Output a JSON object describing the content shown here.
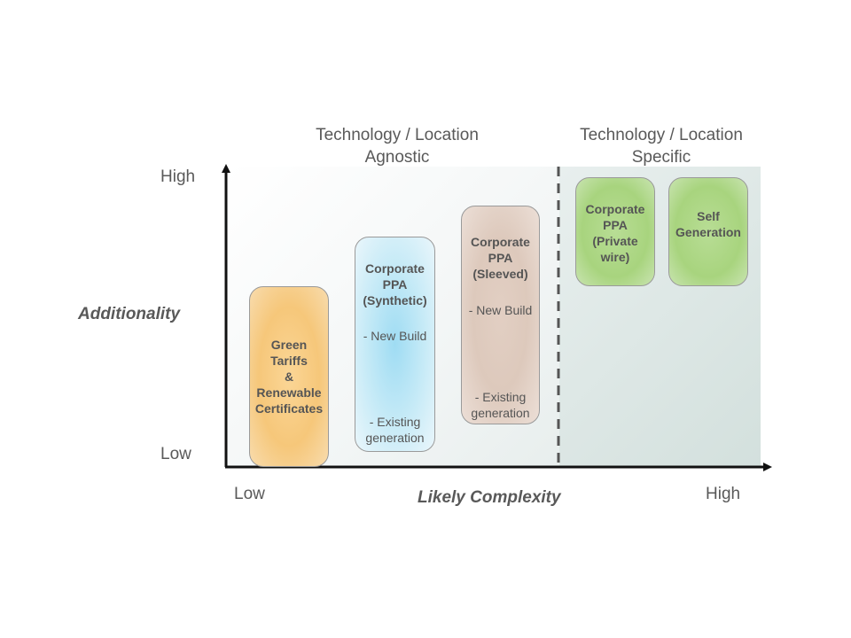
{
  "header": {
    "agnostic": [
      "Technology / Location",
      "Agnostic"
    ],
    "specific": [
      "Technology / Location",
      "Specific"
    ]
  },
  "axes": {
    "y_title": "Additionality",
    "y_high": "High",
    "y_low": "Low",
    "x_title": "Likely Complexity",
    "x_low": "Low",
    "x_high": "High"
  },
  "cards": [
    {
      "id": "green-tariffs",
      "title": [
        "Green",
        "Tariffs",
        "&",
        "Renewable",
        "Certificates"
      ],
      "bullets": [],
      "color": "#f6c77a"
    },
    {
      "id": "ppa-synthetic",
      "title": [
        "Corporate",
        "PPA",
        "(Synthetic)"
      ],
      "bullets": [
        "- New Build",
        "- Existing generation"
      ],
      "color": "#a9dff2"
    },
    {
      "id": "ppa-sleeved",
      "title": [
        "Corporate",
        "PPA",
        "(Sleeved)"
      ],
      "bullets": [
        "- New Build",
        "- Existing generation"
      ],
      "color": "#dcc5b6"
    },
    {
      "id": "ppa-private-wire",
      "title": [
        "Corporate",
        "PPA",
        "(Private",
        "wire)"
      ],
      "bullets": [],
      "color": "#a8d47e"
    },
    {
      "id": "self-generation",
      "title": [
        "Self",
        "Generation"
      ],
      "bullets": [],
      "color": "#a8d47e"
    }
  ]
}
